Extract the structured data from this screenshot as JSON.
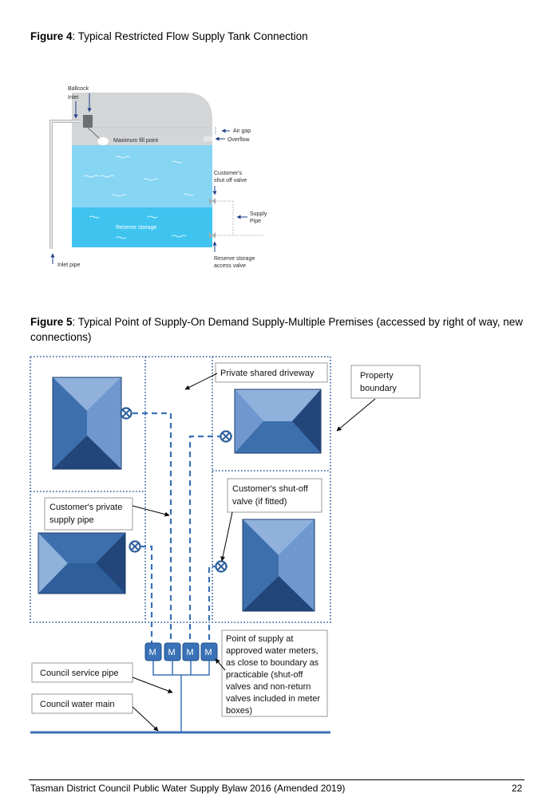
{
  "figure4": {
    "label": "Figure 4",
    "caption": ":  Typical Restricted Flow Supply Tank Connection",
    "labels": {
      "ballcock": "Ballcock",
      "inlet": "Inlet",
      "air_gap": "Air gap",
      "overflow": "Overflow",
      "max_fill": "Maximum fill point",
      "shutoff_1": "Customer's",
      "shutoff_2": "shut off valve",
      "supply_1": "Supply",
      "supply_2": "Pipe",
      "reserve": "Reserve storage",
      "reserve_valve_1": "Reserve storage",
      "reserve_valve_2": "access valve",
      "inlet_pipe": "Inlet pipe"
    }
  },
  "figure5": {
    "label": "Figure 5",
    "caption": ": Typical Point of Supply-On Demand Supply-Multiple Premises (accessed by right of way, new connections)",
    "labels": {
      "driveway": "Private shared driveway",
      "boundary_1": "Property",
      "boundary_2": "boundary",
      "private_pipe_1": "Customer's private",
      "private_pipe_2": "supply pipe",
      "shutoff_1": "Customer's shut-off",
      "shutoff_2": "valve (if fitted)",
      "pos_1": "Point of supply at",
      "pos_2": "approved water meters,",
      "pos_3": "as close to boundary as",
      "pos_4": "practicable (shut-off",
      "pos_5": "valves and non-return",
      "pos_6": "valves included in meter",
      "pos_7": "boxes)",
      "service_pipe": "Council service pipe",
      "water_main": "Council water main",
      "meter": "M"
    }
  },
  "footer": {
    "text": "Tasman District Council Public Water Supply Bylaw 2016 (Amended 2019)",
    "page": "22"
  }
}
